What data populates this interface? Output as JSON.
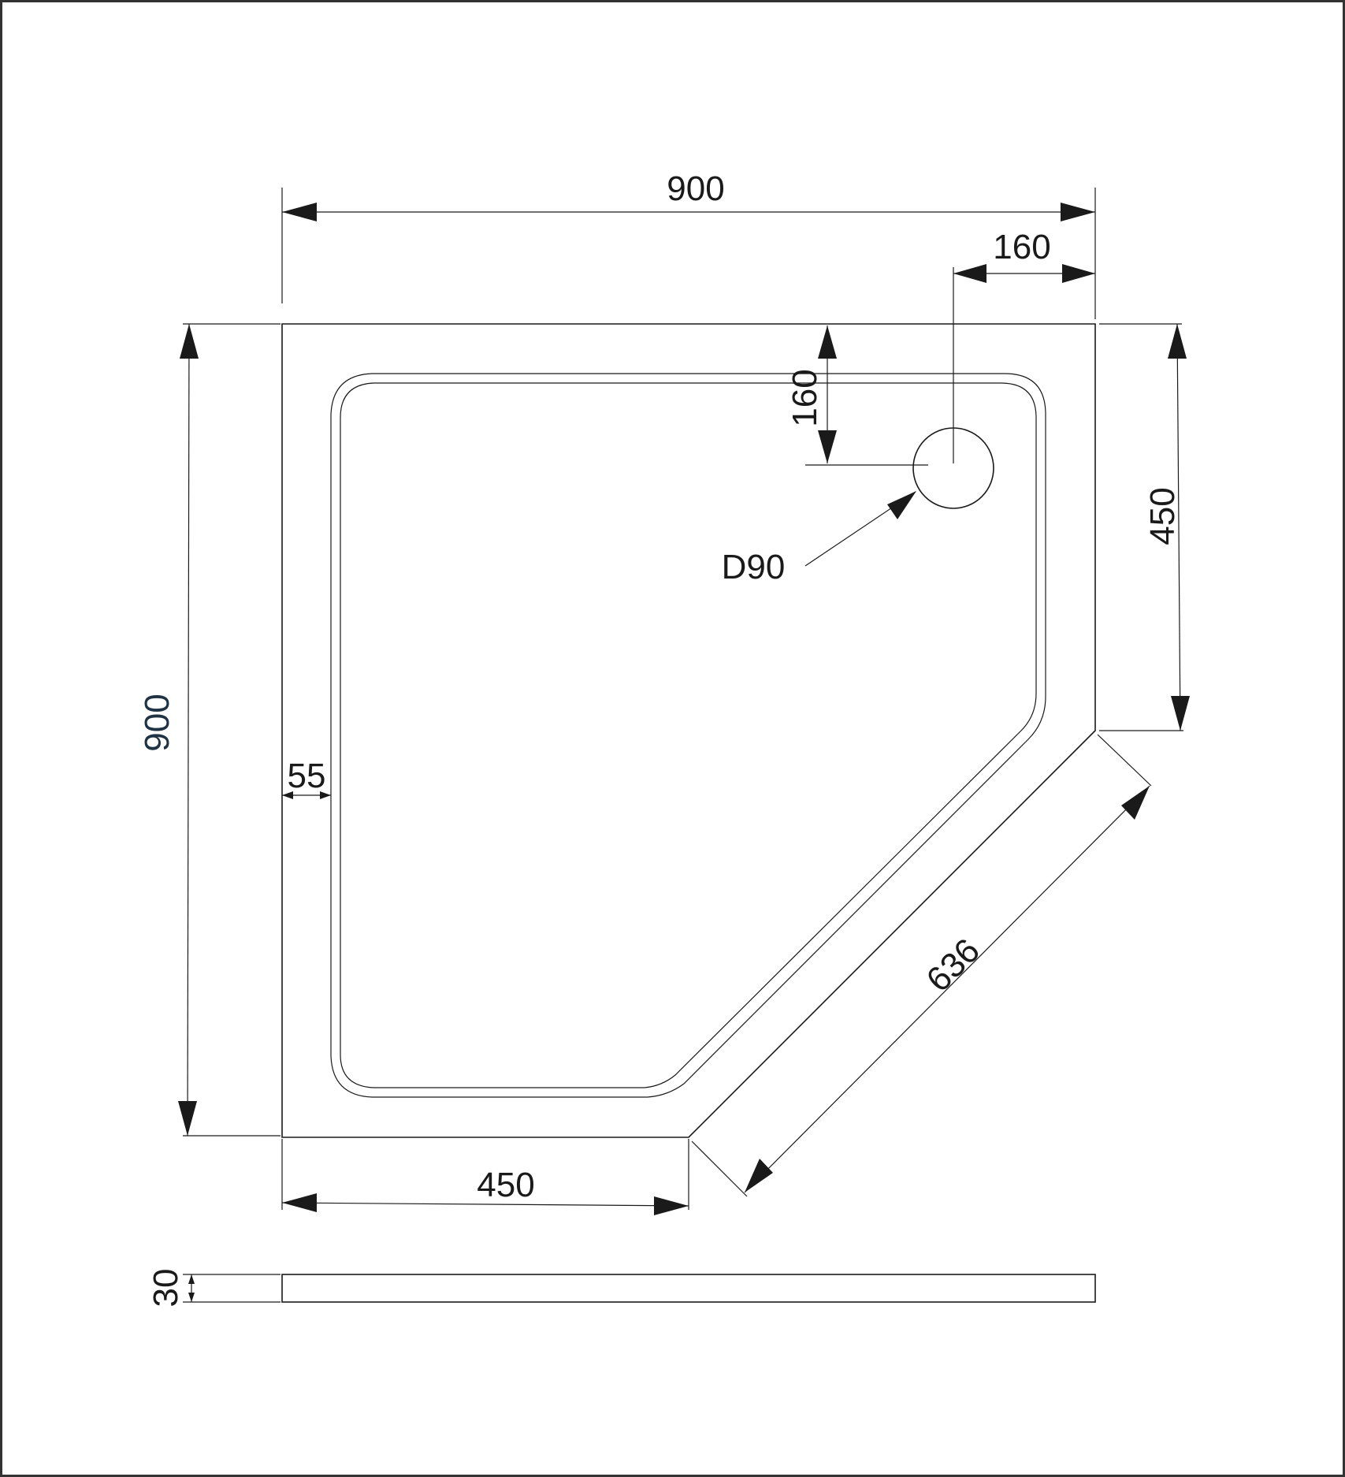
{
  "colors": {
    "line": "#1a1a1a",
    "frame": "#333333",
    "accent_text": "#1f3344"
  },
  "dimensions": {
    "top_width": "900",
    "drain_offset_x": "160",
    "drain_offset_y": "160",
    "left_height": "900",
    "right_height": "450",
    "rim_width": "55",
    "bottom_width": "450",
    "diagonal_length": "636",
    "drain_diameter": "D90",
    "tray_height": "30"
  }
}
